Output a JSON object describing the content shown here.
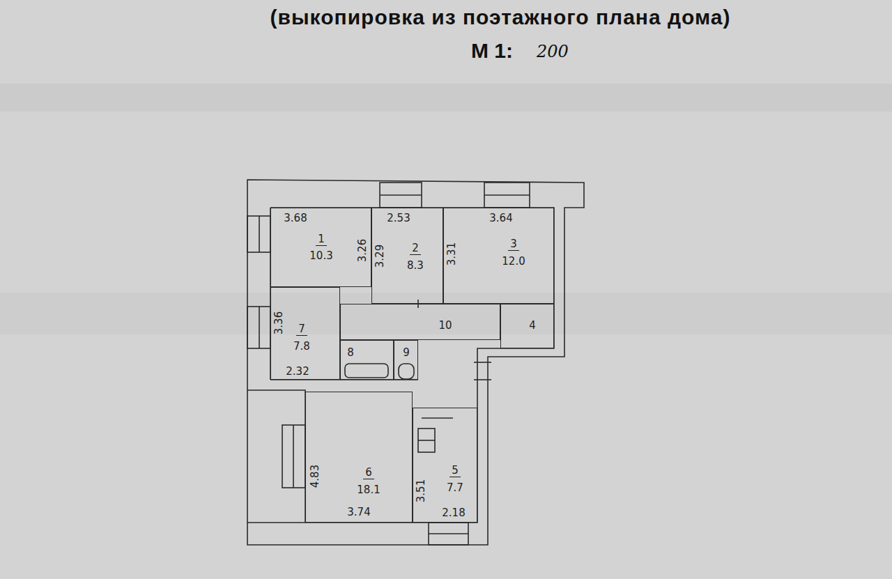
{
  "diagram": {
    "title": "(выкопировка из поэтажного плана дома)",
    "nodes": [
      {
        "text": [
          "3.68",
          "1",
          "10.3",
          "3.26"
        ]
      },
      {
        "text": [
          "2.53",
          "3.29",
          "2",
          "8.3"
        ]
      },
      {
        "text": [
          "3.64",
          "3.31",
          "3",
          "12.0"
        ]
      },
      {
        "text": [
          "3.36",
          "7",
          "7.8",
          "2.32"
        ]
      },
      {
        "text": [
          "10"
        ]
      },
      {
        "text": [
          "4"
        ]
      },
      {
        "text": [
          "8"
        ]
      },
      {
        "text": [
          "9"
        ]
      },
      {
        "text": [
          "4.83",
          "6",
          "18.1",
          "3.74"
        ]
      },
      {
        "text": [
          "3.51",
          "5",
          "7.7",
          "2.18"
        ]
      }
    ],
    "labels": [
      "М 1:",
      "200"
    ]
  }
}
